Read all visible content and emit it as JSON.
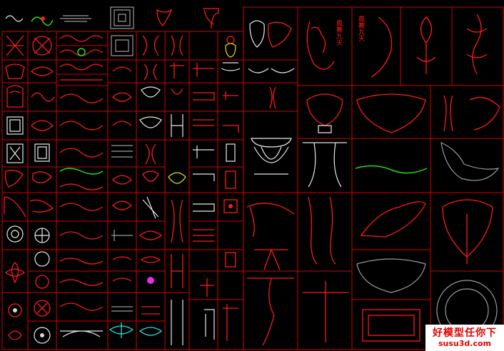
{
  "watermark": {
    "title": "好模型任你下",
    "url": "susu3d.com"
  },
  "labels": {
    "vertical_text_1": "鳳舞九天",
    "vertical_text_2": "鳳舞九天"
  },
  "colors": {
    "background": "#000000",
    "grid_lines": "#d40000",
    "ornament_primary": "#ff1a1a",
    "ornament_white": "#e8e8e8",
    "ornament_grey": "#9a9a9a",
    "ornament_green": "#22dd22",
    "ornament_yellow": "#f0e000",
    "ornament_cyan": "#30e0e0",
    "watermark_bg": "#ffffff",
    "watermark_text": "#e00000"
  }
}
